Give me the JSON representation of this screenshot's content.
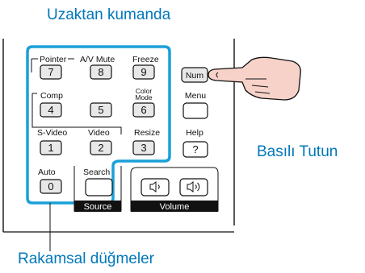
{
  "caption_title": "Uzaktan kumanda",
  "caption_hold": "Basılı Tutun",
  "caption_numeric": "Rakamsal düğmeler",
  "colors": {
    "caption": "#0077bb",
    "highlight": "#1aa0d8",
    "finger": "#f7d2c9"
  },
  "buttons": {
    "pointer": {
      "label": "Pointer",
      "value": "7"
    },
    "av_mute": {
      "label": "A/V Mute",
      "value": "8"
    },
    "freeze": {
      "label": "Freeze",
      "value": "9"
    },
    "num": {
      "label": "Num"
    },
    "comp": {
      "label": "Comp",
      "value": "4"
    },
    "key5": {
      "value": "5"
    },
    "color_mode": {
      "label_line1": "Color",
      "label_line2": "Mode",
      "value": "6"
    },
    "menu": {
      "label": "Menu"
    },
    "s_video": {
      "label": "S-Video",
      "value": "1"
    },
    "video": {
      "label": "Video",
      "value": "2"
    },
    "resize": {
      "label": "Resize",
      "value": "3"
    },
    "help": {
      "label": "Help",
      "value": "?"
    },
    "auto": {
      "label": "Auto",
      "value": "0"
    },
    "search": {
      "label": "Search"
    },
    "source": {
      "label": "Source"
    },
    "volume": {
      "label": "Volume"
    }
  }
}
